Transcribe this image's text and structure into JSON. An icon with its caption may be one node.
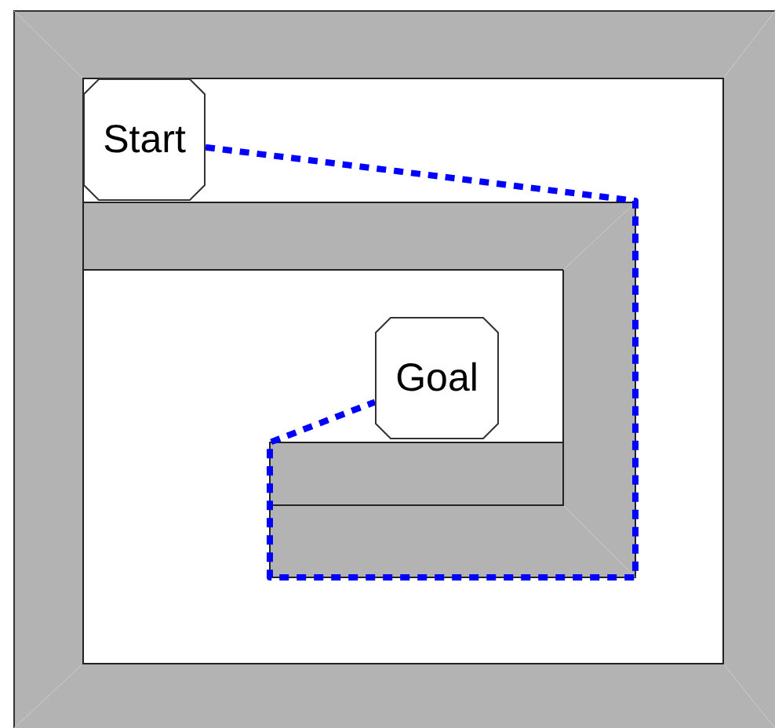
{
  "diagram": {
    "nodes": [
      {
        "text": [
          "Start"
        ]
      },
      {
        "text": [
          "Goal"
        ]
      }
    ],
    "edges": [
      {
        "from": 0,
        "to": 1,
        "arrow": "none",
        "style": "dashed",
        "color": "#0000ff"
      }
    ]
  }
}
